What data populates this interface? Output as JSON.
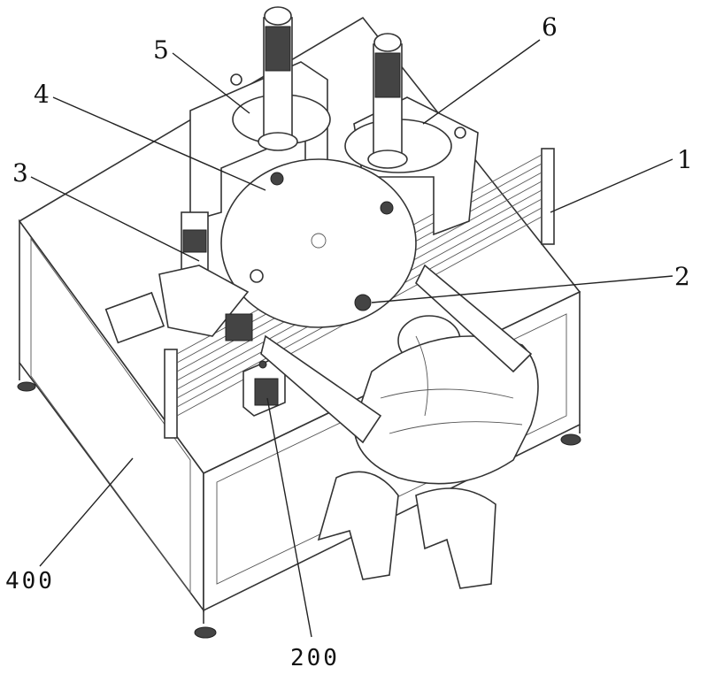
{
  "figure": {
    "labels": {
      "guard_fence": "1",
      "fixture": "2",
      "drive_unit": "3",
      "turntable": "4",
      "press_unit_left": "5",
      "press_unit_right": "6",
      "workbench": "400",
      "control_box": "200"
    }
  }
}
